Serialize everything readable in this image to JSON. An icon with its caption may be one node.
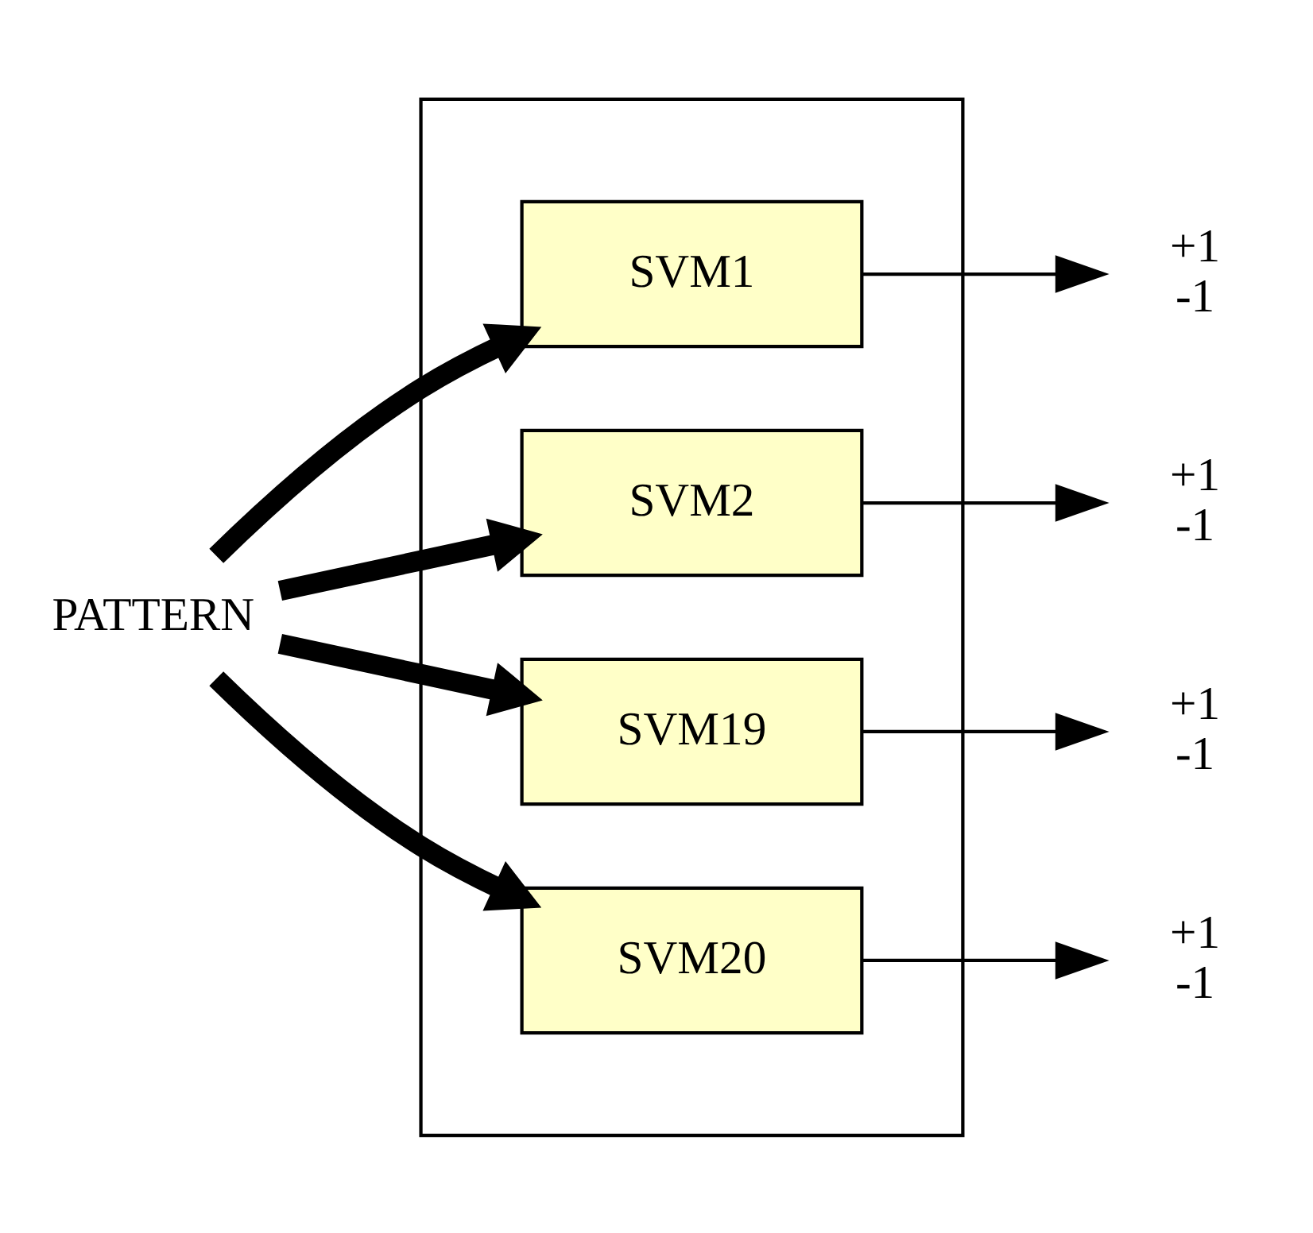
{
  "diagram": {
    "nodes": [
      {
        "text": [],
        "shape": "box"
      },
      {
        "text": [
          "PATTERN"
        ]
      },
      {
        "text": [
          "SVM1"
        ],
        "in": 0
      },
      {
        "text": [
          "SVM2"
        ],
        "in": 0
      },
      {
        "text": [
          "SVM19"
        ],
        "in": 0
      },
      {
        "text": [
          "SVM20"
        ],
        "in": 0
      },
      {
        "text": [
          "+1",
          "-1"
        ]
      },
      {
        "text": [
          "+1",
          "-1"
        ]
      },
      {
        "text": [
          "+1",
          "-1"
        ]
      },
      {
        "text": [
          "+1",
          "-1"
        ]
      }
    ],
    "edges": [
      {
        "from": 1,
        "to": 2,
        "arrow": "to",
        "style": "thick"
      },
      {
        "from": 1,
        "to": 3,
        "arrow": "to",
        "style": "thick"
      },
      {
        "from": 1,
        "to": 4,
        "arrow": "to",
        "style": "thick"
      },
      {
        "from": 1,
        "to": 5,
        "arrow": "to",
        "style": "thick"
      },
      {
        "from": 2,
        "to": 6,
        "arrow": "to"
      },
      {
        "from": 3,
        "to": 7,
        "arrow": "to"
      },
      {
        "from": 4,
        "to": 8,
        "arrow": "to"
      },
      {
        "from": 5,
        "to": 9,
        "arrow": "to"
      }
    ]
  }
}
